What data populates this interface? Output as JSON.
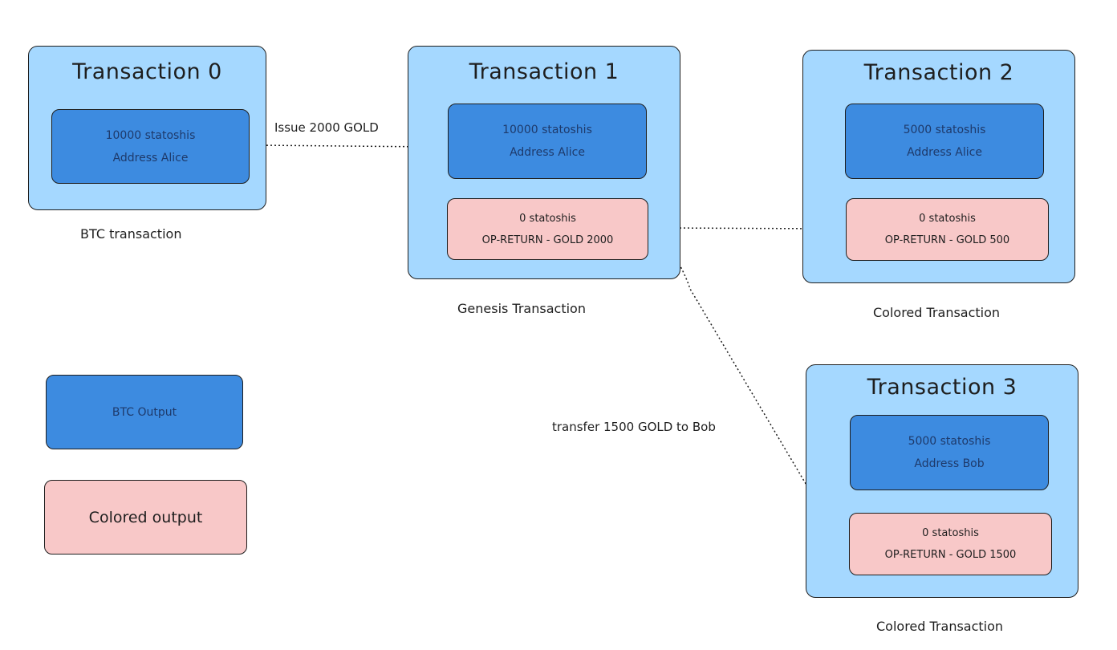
{
  "transactions": [
    {
      "title": "Transaction 0",
      "caption": "BTC transaction",
      "btc_output": {
        "amount": "10000 statoshis",
        "address": "Address Alice"
      }
    },
    {
      "title": "Transaction 1",
      "caption": "Genesis Transaction",
      "btc_output": {
        "amount": "10000 statoshis",
        "address": "Address Alice"
      },
      "colored_output": {
        "amount": "0 statoshis",
        "op_return": "OP-RETURN - GOLD 2000"
      }
    },
    {
      "title": "Transaction 2",
      "caption": "Colored Transaction",
      "btc_output": {
        "amount": "5000 statoshis",
        "address": "Address Alice"
      },
      "colored_output": {
        "amount": "0 statoshis",
        "op_return": "OP-RETURN - GOLD 500"
      }
    },
    {
      "title": "Transaction 3",
      "caption": "Colored Transaction",
      "btc_output": {
        "amount": "5000 statoshis",
        "address": "Address Bob"
      },
      "colored_output": {
        "amount": "0 statoshis",
        "op_return": "OP-RETURN - GOLD 1500"
      }
    }
  ],
  "edges": [
    {
      "label": "Issue 2000 GOLD"
    },
    {
      "label": ""
    },
    {
      "label": "transfer 1500 GOLD to Bob"
    }
  ],
  "legend": {
    "btc_output": "BTC Output",
    "colored_output": "Colored output"
  },
  "colors": {
    "transaction_fill": "#a5d8ff",
    "btc_output_fill": "#3d8be0",
    "colored_output_fill": "#f8c8c8",
    "stroke": "#1e1e1e"
  }
}
